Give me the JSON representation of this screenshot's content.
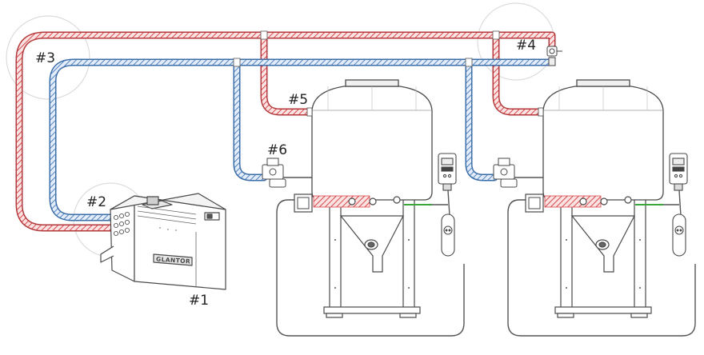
{
  "callouts": {
    "chiller": "#1",
    "chiller_ports": "#2",
    "pipe_corner": "#3",
    "valve_end": "#4",
    "tank_inlet": "#5",
    "solenoid_valve": "#6"
  },
  "chiller_badge": "GLANTOR",
  "colors": {
    "supply_red": "#d9474a",
    "return_blue": "#4d84c4",
    "outline": "#4a4a4a",
    "highlight_circle": "#dddddd",
    "probe_green": "#3aa63a"
  }
}
